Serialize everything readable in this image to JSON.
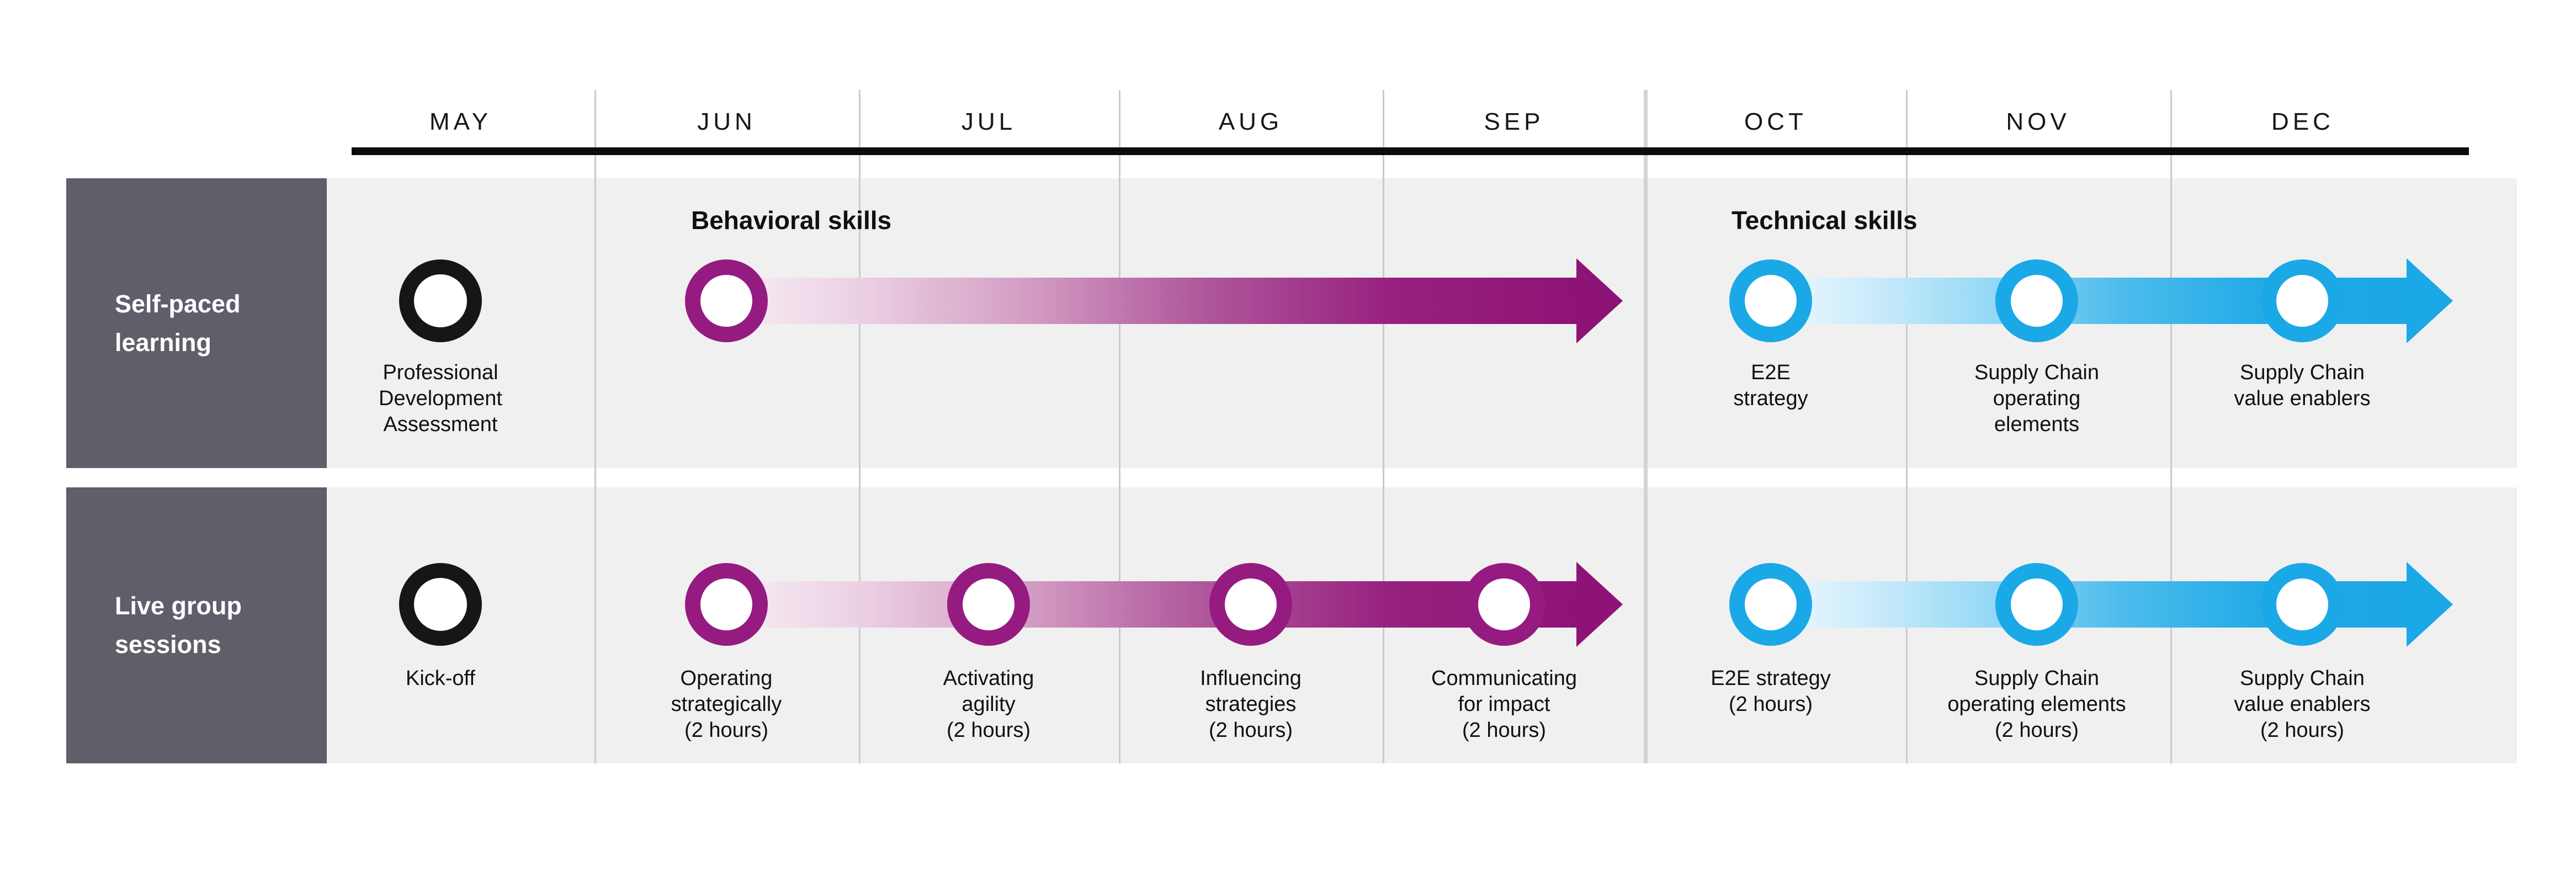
{
  "header": {
    "months": [
      "MAY",
      "JUN",
      "JUL",
      "AUG",
      "SEP",
      "OCT",
      "NOV",
      "DEC"
    ]
  },
  "rows": [
    {
      "label": "Self-paced\nlearning",
      "milestones": [
        {
          "month": "MAY",
          "text": "Professional\nDevelopment\nAssessment"
        },
        {
          "month": "OCT",
          "text": "E2E\nstrategy"
        },
        {
          "month": "NOV",
          "text": "Supply Chain\noperating\nelements"
        },
        {
          "month": "DEC",
          "text": "Supply Chain\nvalue enablers"
        }
      ]
    },
    {
      "label": "Live group\nsessions",
      "milestones": [
        {
          "month": "MAY",
          "text": "Kick-off"
        },
        {
          "month": "JUN",
          "text": "Operating\nstrategically\n(2 hours)"
        },
        {
          "month": "JUL",
          "text": "Activating\nagility\n(2 hours)"
        },
        {
          "month": "AUG",
          "text": "Influencing\nstrategies\n(2 hours)"
        },
        {
          "month": "SEP",
          "text": "Communicating\nfor impact\n(2 hours)"
        },
        {
          "month": "OCT",
          "text": "E2E strategy\n(2 hours)"
        },
        {
          "month": "NOV",
          "text": "Supply Chain\noperating elements\n(2 hours)"
        },
        {
          "month": "DEC",
          "text": "Supply Chain\nvalue enablers\n(2 hours)"
        }
      ]
    }
  ],
  "tracks": {
    "behavioral": {
      "label": "Behavioral skills"
    },
    "technical": {
      "label": "Technical skills"
    }
  },
  "colors": {
    "behavioral": "#8E1376",
    "behavioral_ring": "#951B81",
    "technical": "#1BA8E6",
    "milestone_ring": "#161616",
    "row_label_bg": "#5E5F69",
    "band_bg": "#F0F0F1"
  }
}
